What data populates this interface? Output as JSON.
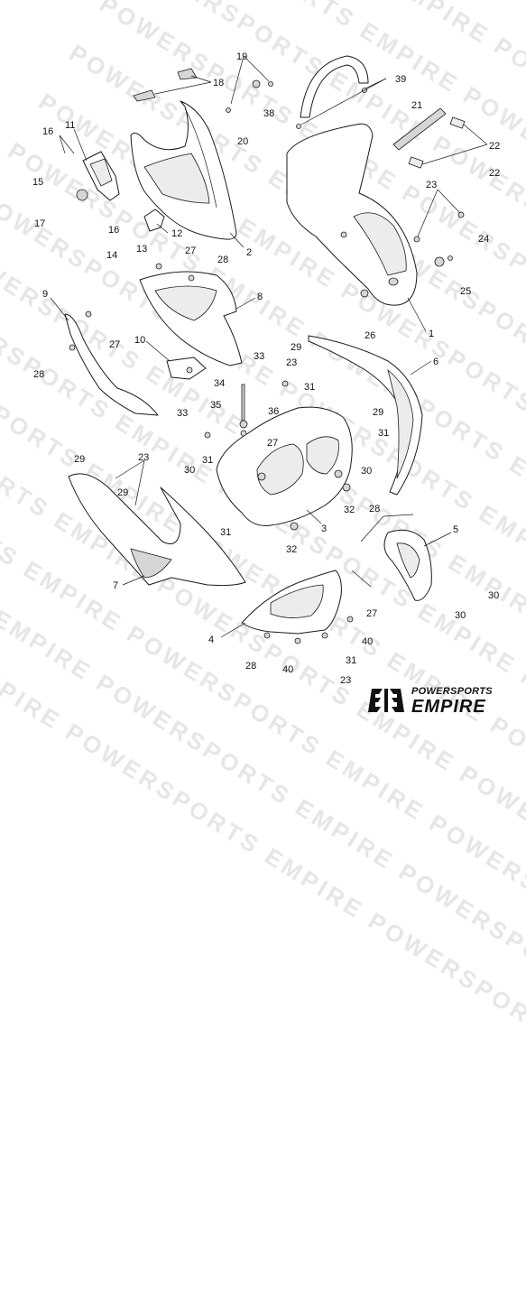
{
  "watermark": "POWERSPORTS EMPIRE POWERSPORTS EMPIRE POWERSPORTS EMPIRE POWERSPORTS EMPIRE",
  "brand": {
    "top": "POWERSPORTS",
    "main": "EMPIRE"
  },
  "labels": [
    "1",
    "2",
    "3",
    "4",
    "5",
    "6",
    "7",
    "8",
    "9",
    "10",
    "11",
    "12",
    "13",
    "14",
    "15",
    "16",
    "16",
    "17",
    "18",
    "19",
    "20",
    "21",
    "22",
    "22",
    "23",
    "23",
    "23",
    "23",
    "24",
    "25",
    "26",
    "27",
    "27",
    "27",
    "27",
    "28",
    "28",
    "28",
    "28",
    "29",
    "29",
    "29",
    "29",
    "30",
    "30",
    "30",
    "30",
    "31",
    "31",
    "31",
    "31",
    "31",
    "32",
    "32",
    "33",
    "33",
    "34",
    "35",
    "36",
    "38",
    "39",
    "40",
    "40"
  ]
}
